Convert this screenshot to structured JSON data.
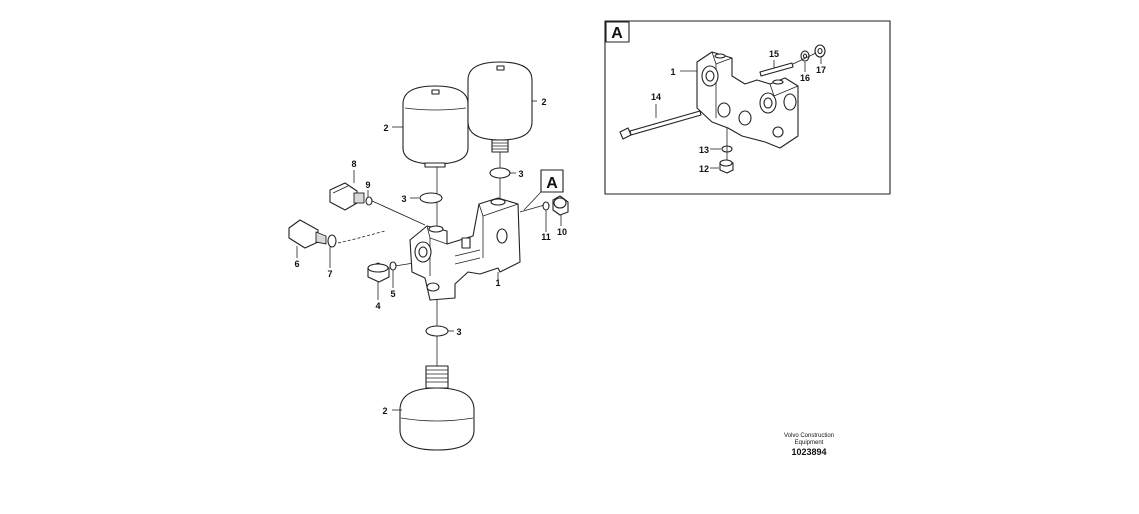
{
  "diagram": {
    "callouts_main": [
      {
        "id": "m1",
        "text": "1"
      },
      {
        "id": "m2a",
        "text": "2"
      },
      {
        "id": "m2b",
        "text": "2"
      },
      {
        "id": "m2c",
        "text": "2"
      },
      {
        "id": "m3a",
        "text": "3"
      },
      {
        "id": "m3b",
        "text": "3"
      },
      {
        "id": "m3c",
        "text": "3"
      },
      {
        "id": "m4",
        "text": "4"
      },
      {
        "id": "m5",
        "text": "5"
      },
      {
        "id": "m6",
        "text": "6"
      },
      {
        "id": "m7",
        "text": "7"
      },
      {
        "id": "m8",
        "text": "8"
      },
      {
        "id": "m9",
        "text": "9"
      },
      {
        "id": "m10",
        "text": "10"
      },
      {
        "id": "m11",
        "text": "11"
      }
    ],
    "view_marker": "A",
    "inset": {
      "title": "A",
      "callouts": [
        {
          "id": "i1",
          "text": "1"
        },
        {
          "id": "i12",
          "text": "12"
        },
        {
          "id": "i13",
          "text": "13"
        },
        {
          "id": "i14",
          "text": "14"
        },
        {
          "id": "i15",
          "text": "15"
        },
        {
          "id": "i16",
          "text": "16"
        },
        {
          "id": "i17",
          "text": "17"
        }
      ]
    },
    "footer": {
      "brand_line1": "Volvo Construction",
      "brand_line2": "Equipment",
      "drawing_number": "1023894"
    }
  }
}
